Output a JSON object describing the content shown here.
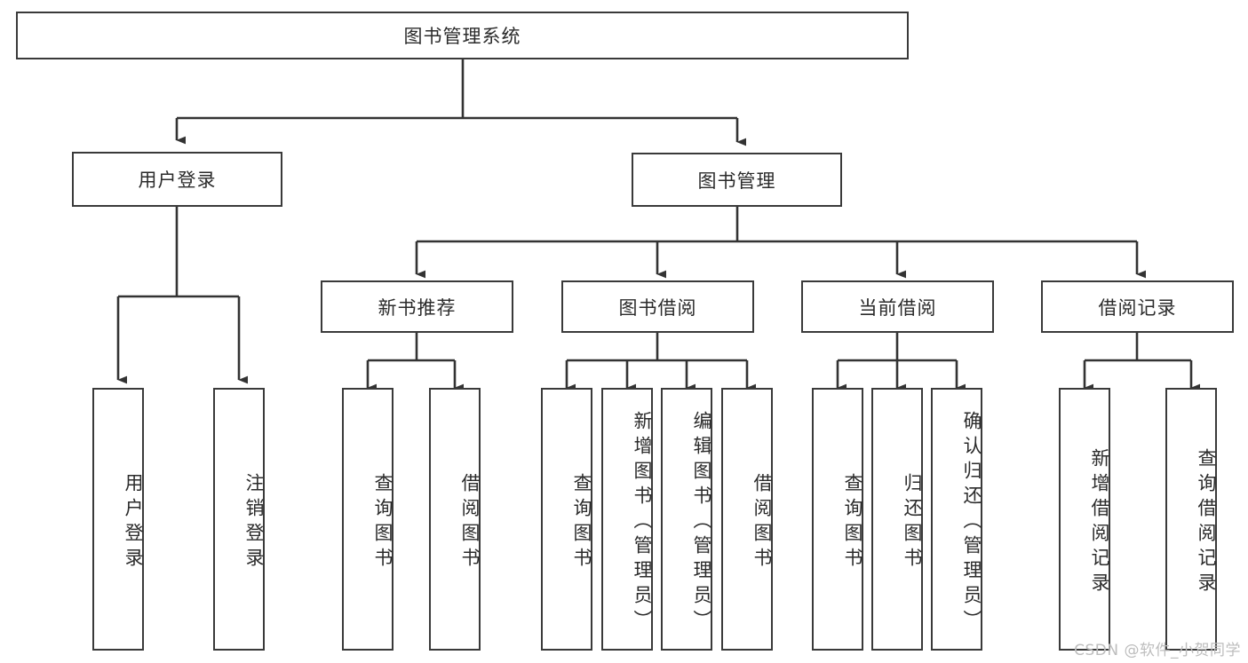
{
  "diagram": {
    "title": "图书管理系统",
    "type": "tree-hierarchy",
    "colors": {
      "box_border": "#3a3a3a",
      "box_fill": "#ffffff",
      "connector": "#333333",
      "text": "#2b2b2b",
      "watermark": "#bdbdbd"
    },
    "root": {
      "label": "图书管理系统"
    },
    "level2": [
      {
        "label": "用户登录"
      },
      {
        "label": "图书管理"
      }
    ],
    "level3": [
      {
        "label": "新书推荐"
      },
      {
        "label": "图书借阅"
      },
      {
        "label": "当前借阅"
      },
      {
        "label": "借阅记录"
      }
    ],
    "leaves": {
      "user_login": [
        {
          "label": "用户登录"
        },
        {
          "label": "注销登录"
        }
      ],
      "new_book_recommend": [
        {
          "label": "查询图书"
        },
        {
          "label": "借阅图书"
        }
      ],
      "book_borrow": [
        {
          "label": "查询图书"
        },
        {
          "label": "新增图书（管理员）"
        },
        {
          "label": "编辑图书（管理员）"
        },
        {
          "label": "借阅图书"
        }
      ],
      "current_borrow": [
        {
          "label": "查询图书"
        },
        {
          "label": "归还图书"
        },
        {
          "label": "确认归还（管理员）"
        }
      ],
      "borrow_record": [
        {
          "label": "新增借阅记录"
        },
        {
          "label": "查询借阅记录"
        }
      ]
    }
  },
  "watermark": {
    "text": "CSDN @软件_小贺同学"
  }
}
